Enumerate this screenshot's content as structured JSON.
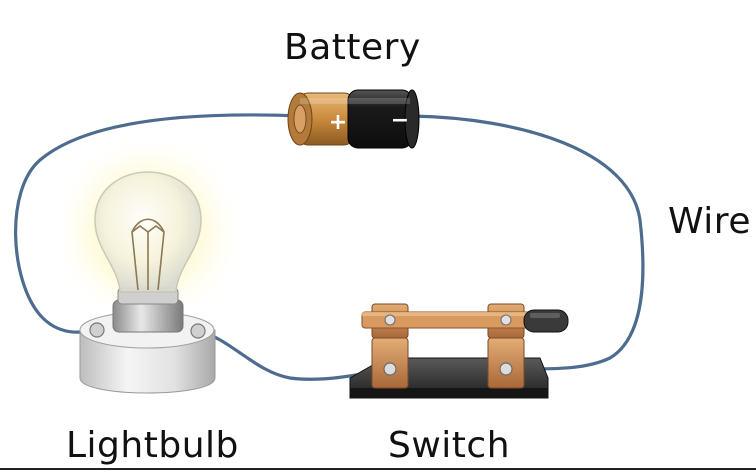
{
  "labels": {
    "battery": "Battery",
    "wire": "Wire",
    "lightbulb": "Lightbulb",
    "switch": "Switch"
  },
  "battery": {
    "positive_symbol": "+",
    "negative_symbol": "−"
  },
  "colors": {
    "wire": "#4d6c8e",
    "battery_copper": "#c98a3c",
    "battery_body": "#1c1c1c",
    "switch_brass": "#c78a52",
    "switch_base": "#2b2b2b",
    "bulb_glow": "#fff6b0",
    "socket": "#e6e6e6"
  }
}
